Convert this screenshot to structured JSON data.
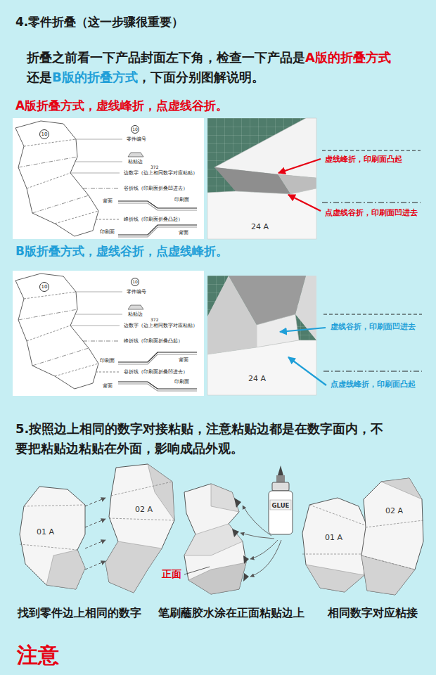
{
  "diagram": {
    "title": "4.零件折叠（这一步骤很重要）",
    "nodes": [
      {
        "text": [
          "零件编号",
          "粘贴边",
          "372",
          "边数字（边上相同数字对应粘贴）",
          "谷折线（印刷面折叠凹进去）",
          "印刷面",
          "背面",
          "峰折线（印刷面折叠凸起）",
          "印刷面",
          "背面"
        ]
      },
      {
        "text": [
          "10"
        ],
        "in": 0
      },
      {
        "text": [
          "10"
        ],
        "in": 0
      },
      {
        "text": [
          "24 A"
        ]
      },
      {
        "text": [
          "零件编号",
          "粘贴边",
          "372",
          "边数字（边上相同数字对应粘贴）",
          "峰折线（印刷面折叠凸起）",
          "印刷面",
          "背面",
          "谷折线（印刷面折叠凹进去）",
          "印刷面",
          "背面"
        ]
      },
      {
        "text": [
          "10"
        ],
        "in": 4
      },
      {
        "text": [
          "10"
        ],
        "in": 4
      },
      {
        "text": [
          "24 A"
        ]
      },
      {
        "text": [
          "01 A"
        ]
      },
      {
        "text": [
          "02 A"
        ]
      },
      {
        "text": [
          "GLUE"
        ]
      },
      {
        "text": [
          "01 A"
        ]
      },
      {
        "text": [
          "02 A"
        ]
      }
    ],
    "edges": [
      {
        "from": 8,
        "to": 9,
        "arrow": "to"
      },
      {
        "from": 8,
        "to": 9,
        "arrow": "to"
      },
      {
        "from": 8,
        "to": 9,
        "arrow": "to"
      },
      {
        "from": 8,
        "to": 9,
        "arrow": "to"
      }
    ],
    "labels": [
      "折叠之前看一下产品封面左下角，检查一下产品是",
      "A版的折叠方式",
      "还是",
      "B版的折叠方式",
      "，下面分别图解说明。",
      "A版折叠方式，虚线峰折，点虚线谷折。",
      "虚线峰折，印刷面凸起",
      "点虚线谷折，印刷面凹进去",
      "B版折叠方式，虚线谷折，点虚线峰折。",
      "虚线谷折，印刷面凹进去",
      "点虚线峰折，印刷面凸起",
      "5.按照边上相同的数字对接粘贴，注意粘贴边都是在数字面内，不要把粘贴边粘贴在外面，影响成品外观。",
      "正面",
      "找到零件边上相同的数字",
      "笔刷蘸胶水涂在正面粘贴边上",
      "相同数字对应粘接",
      "注意"
    ]
  }
}
